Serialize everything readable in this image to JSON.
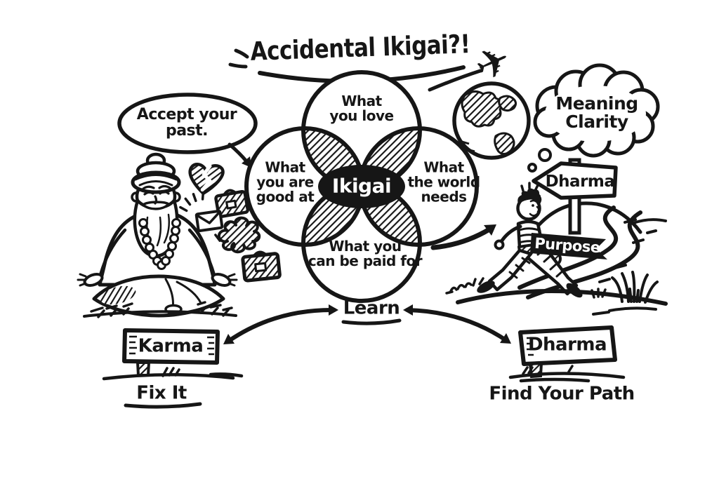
{
  "title": "Accidental Ikigai?!",
  "speech_bubble": "Accept your\npast.",
  "venn": {
    "top": "What\nyou love",
    "left": "What\nyou are\ngood at",
    "right": "What\nthe world\nneeds",
    "bottom": "What you\ncan be paid for",
    "center": "Ikigai"
  },
  "thought_cloud": "Meaning\nClarity",
  "signpost_top": "Dharma",
  "purpose_banner": "Purpose",
  "learn_label": "Learn",
  "karma": {
    "sign": "Karma",
    "caption": "Fix It"
  },
  "dharma": {
    "sign": "Dharma",
    "caption": "Find Your Path"
  },
  "icons": {
    "airplane": "✈"
  },
  "colors": {
    "ink": "#161616",
    "background": "#ffffff"
  }
}
